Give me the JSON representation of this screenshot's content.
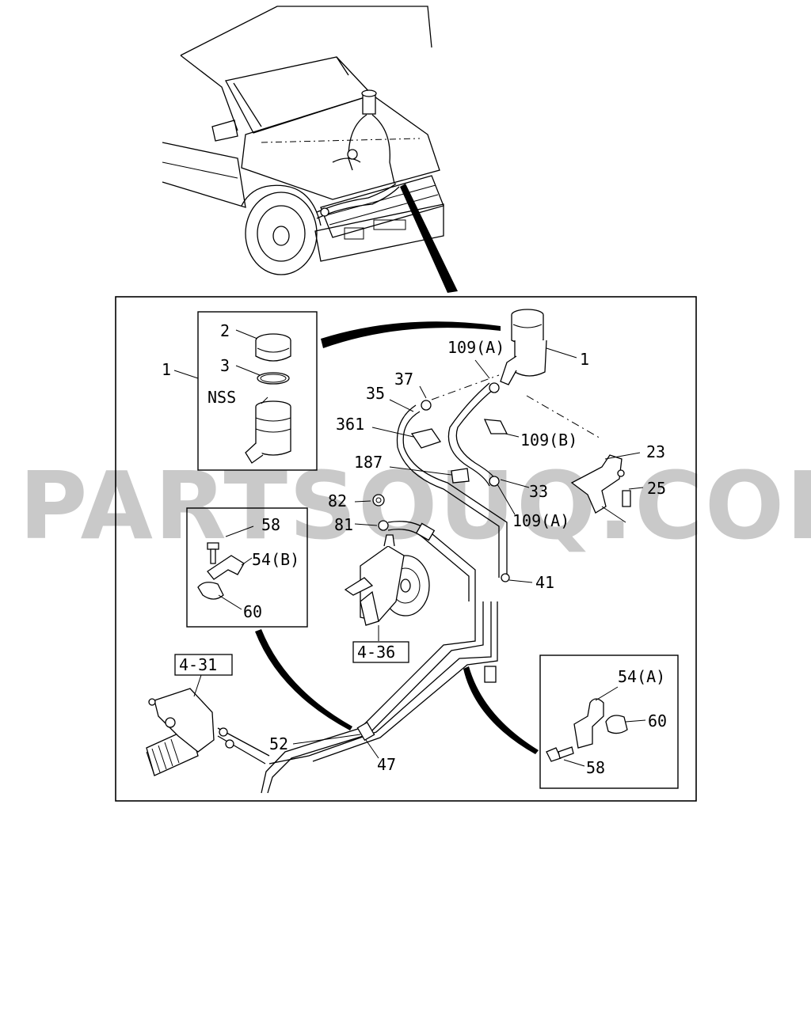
{
  "watermark": "PARTSOUQ.COM",
  "callouts": {
    "c1_inset": "1",
    "c2": "2",
    "c3": "3",
    "nss": "NSS",
    "c1_main": "1",
    "c109a_top": "109(A)",
    "c37": "37",
    "c35": "35",
    "c361": "361",
    "c109b": "109(B)",
    "c23": "23",
    "c187": "187",
    "c33": "33",
    "c25": "25",
    "c82": "82",
    "c81": "81",
    "c109a_mid": "109(A)",
    "c58_left": "58",
    "c54b": "54(B)",
    "c60_left": "60",
    "c41": "41",
    "c4_36": "4-36",
    "c4_31": "4-31",
    "c54a": "54(A)",
    "c60_right": "60",
    "c52": "52",
    "c47": "47",
    "c58_right": "58"
  }
}
